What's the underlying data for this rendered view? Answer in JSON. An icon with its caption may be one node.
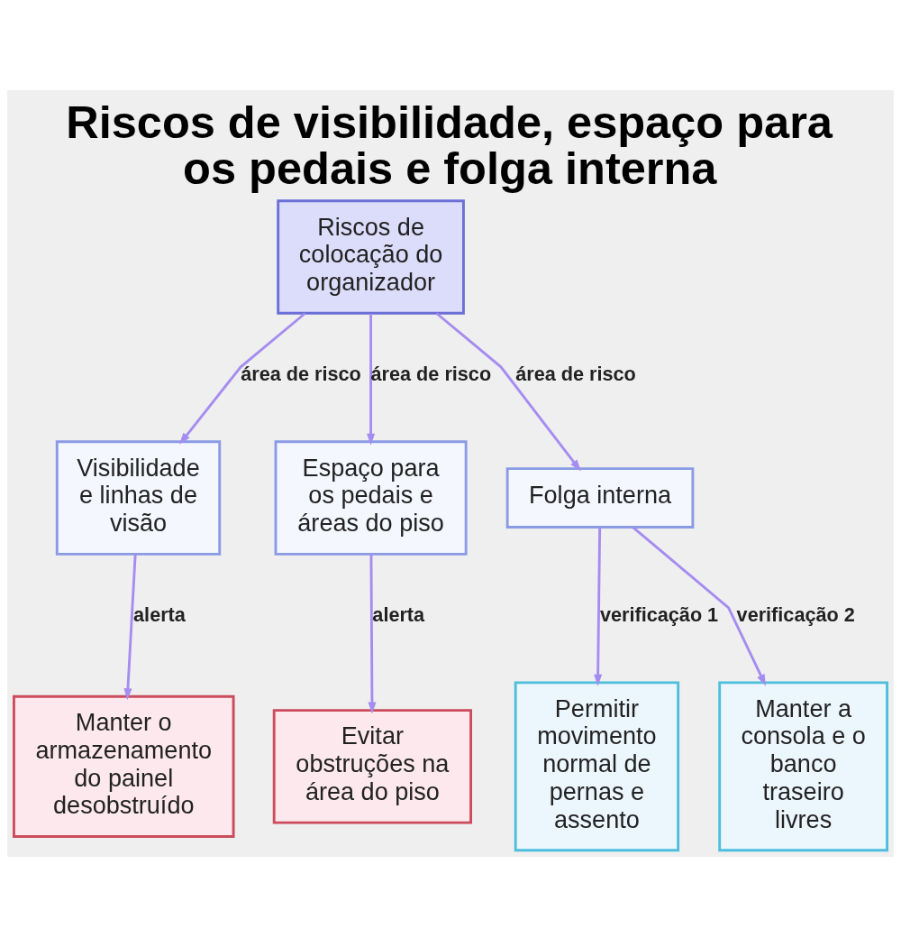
{
  "diagram": {
    "title": "Riscos de visibilidade, espaço para os pedais e folga interna",
    "nodes": [
      {
        "text": [
          "Riscos de colocação do organizador"
        ]
      },
      {
        "text": [
          "Visibilidade e linhas de visão"
        ]
      },
      {
        "text": [
          "Espaço para os pedais e áreas do piso"
        ]
      },
      {
        "text": [
          "Folga interna"
        ]
      },
      {
        "text": [
          "Manter o armazenamento do painel desobstruído"
        ]
      },
      {
        "text": [
          "Evitar obstruções na área do piso"
        ]
      },
      {
        "text": [
          "Permitir movimento normal de pernas e assento"
        ]
      },
      {
        "text": [
          "Manter a consola e o banco traseiro livres"
        ]
      }
    ],
    "edges": [
      {
        "from": 0,
        "to": 1,
        "arrow": "to",
        "label": "área de risco"
      },
      {
        "from": 0,
        "to": 2,
        "arrow": "to",
        "label": "área de risco"
      },
      {
        "from": 0,
        "to": 3,
        "arrow": "to",
        "label": "área de risco"
      },
      {
        "from": 1,
        "to": 4,
        "arrow": "to",
        "label": "alerta"
      },
      {
        "from": 2,
        "to": 5,
        "arrow": "to",
        "label": "alerta"
      },
      {
        "from": 3,
        "to": 6,
        "arrow": "to",
        "label": "verificação 1"
      },
      {
        "from": 3,
        "to": 7,
        "arrow": "to",
        "label": "verificação 2"
      }
    ]
  }
}
